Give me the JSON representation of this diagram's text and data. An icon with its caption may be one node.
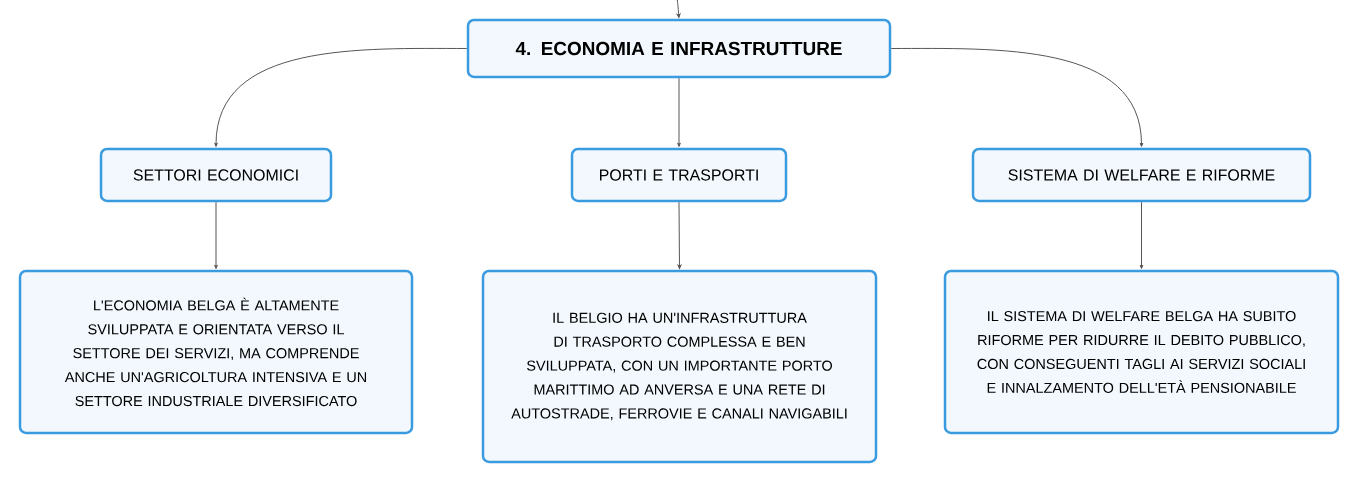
{
  "diagram": {
    "nodes": [
      {
        "text": [
          "4. ECONOMIA E INFRASTRUTTURE"
        ]
      },
      {
        "text": [
          "SETTORI ECONOMICI"
        ]
      },
      {
        "text": [
          "PORTI E TRASPORTI"
        ]
      },
      {
        "text": [
          "SISTEMA DI WELFARE E RIFORME"
        ]
      },
      {
        "text": [
          "L'ECONOMIA BELGA È ALTAMENTE SVILUPPATA E ORIENTATA VERSO IL SETTORE DEI SERVIZI, MA COMPRENDE ANCHE UN'AGRICOLTURA INTENSIVA E UN SETTORE INDUSTRIALE DIVERSIFICATO"
        ]
      },
      {
        "text": [
          "IL BELGIO HA UN'INFRASTRUTTURA DI TRASPORTO COMPLESSA E BEN SVILUPPATA, CON UN IMPORTANTE PORTO MARITTIMO AD ANVERSA E UNA RETE DI AUTOSTRADE, FERROVIE E CANALI NAVIGABILI"
        ]
      },
      {
        "text": [
          "IL SISTEMA DI WELFARE BELGA HA SUBITO RIFORME PER RIDURRE IL DEBITO PUBBLICO, CON CONSEGUENTI TAGLI AI SERVIZI SOCIALI E INNALZAMENTO DELL'ETÀ PENSIONABILE"
        ]
      }
    ],
    "edges": [
      {
        "from": null,
        "to": 0,
        "arrow": "to"
      },
      {
        "from": 0,
        "to": 1,
        "arrow": "to"
      },
      {
        "from": 0,
        "to": 2,
        "arrow": "to"
      },
      {
        "from": 0,
        "to": 3,
        "arrow": "to"
      },
      {
        "from": 1,
        "to": 4,
        "arrow": "to"
      },
      {
        "from": 2,
        "to": 5,
        "arrow": "to"
      },
      {
        "from": 3,
        "to": 6,
        "arrow": "to"
      }
    ]
  }
}
